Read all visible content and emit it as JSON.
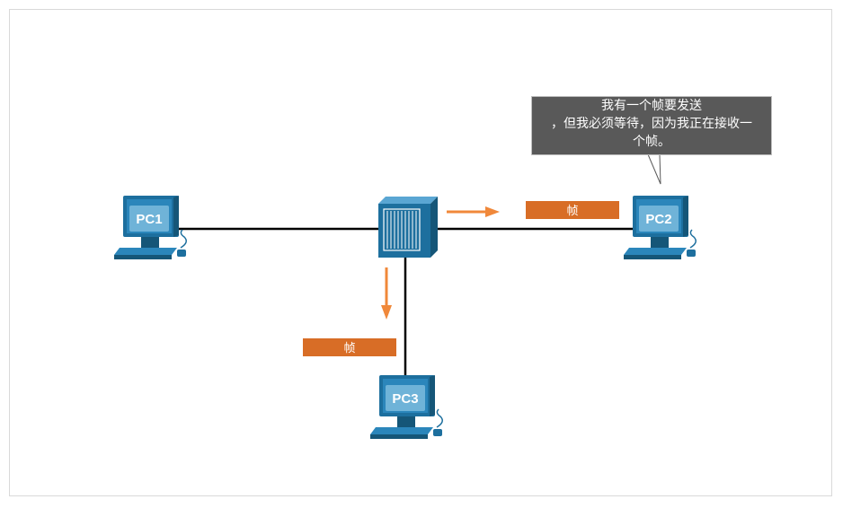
{
  "devices": {
    "pc1": "PC1",
    "pc2": "PC2",
    "pc3": "PC3"
  },
  "frames": {
    "to_pc2": "帧",
    "to_pc3": "帧"
  },
  "callout": {
    "line1": "我有一个帧要发送",
    "line2": "，但我必须等待，因为我正在接收一",
    "line3": "个帧。"
  },
  "colors": {
    "device_blue": "#1d6f9e",
    "screen_blue": "#6fb3d8",
    "frame_orange": "#d86d26",
    "arrow_orange": "#f0883a",
    "callout_bg": "#595959"
  }
}
